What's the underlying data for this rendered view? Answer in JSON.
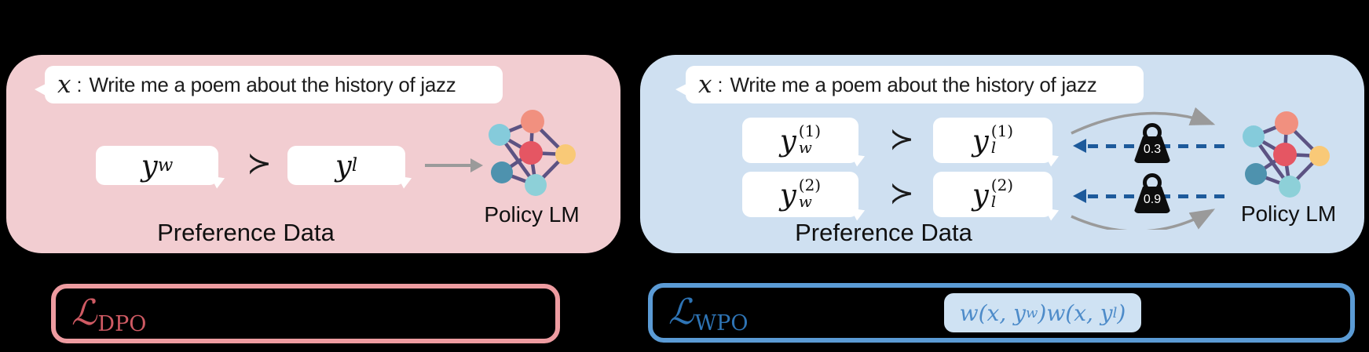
{
  "figure": {
    "background": "#000000"
  },
  "left_panel": {
    "bg_color": "#f2cdd1",
    "prompt": {
      "var": "x",
      "colon": ":",
      "text": "Write me a poem about the history of jazz"
    },
    "winner": {
      "base": "y",
      "sub": "w"
    },
    "succ": "≻",
    "loser": {
      "base": "y",
      "sub": "l"
    },
    "policy_label": "Policy LM",
    "caption": "Preference Data",
    "loss": {
      "symbol": "ℒ",
      "sub": "DPO",
      "label_color": "#cf5a63",
      "border_color": "#ee9ca1"
    }
  },
  "right_panel": {
    "bg_color": "#cfe0f1",
    "prompt": {
      "var": "x",
      "colon": ":",
      "text": "Write me a poem about the history of jazz"
    },
    "pairs": [
      {
        "winner": {
          "base": "y",
          "sub": "w",
          "sup": "(1)"
        },
        "succ": "≻",
        "loser": {
          "base": "y",
          "sub": "l",
          "sup": "(1)"
        },
        "weight": "0.3"
      },
      {
        "winner": {
          "base": "y",
          "sub": "w",
          "sup": "(2)"
        },
        "succ": "≻",
        "loser": {
          "base": "y",
          "sub": "l",
          "sup": "(2)"
        },
        "weight": "0.9"
      }
    ],
    "weight_arrow_color": "#1d5a9b",
    "policy_label": "Policy LM",
    "caption": "Preference Data",
    "loss": {
      "symbol": "ℒ",
      "sub": "WPO",
      "label_color": "#2e74b5",
      "border_color": "#5b9bd5",
      "highlight": {
        "bg": "#cfe2f3",
        "color": "#4d8bc9",
        "p1": "w(x, y",
        "s1": "w",
        "p2": ")w(x, y",
        "s2": "l",
        "p3": ")"
      }
    }
  },
  "network_icon": {
    "node_colors": {
      "top": "#f1907f",
      "upper_left": "#85cbdb",
      "center": "#e55663",
      "right": "#f9c977",
      "lower_left": "#4e92ae",
      "bottom": "#8dd0d8"
    },
    "edge_color": "#5c5383"
  },
  "gray_arrow_color": "#9a9a9a"
}
